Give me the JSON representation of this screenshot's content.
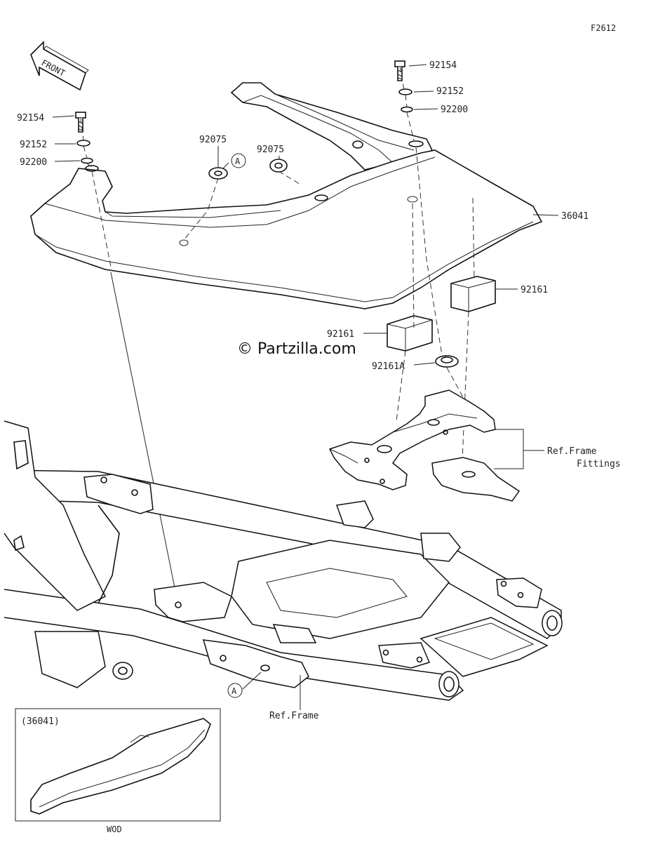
{
  "diagram_code": "F2612",
  "front_arrow_text": "FRONT",
  "watermark": "© Partzilla.com",
  "callout_ref": "A",
  "labels": {
    "bolt_right": "92154",
    "washer_right": "92152",
    "washer2_right": "92200",
    "bolt_left": "92154",
    "washer_left": "92152",
    "washer2_left": "92200",
    "grommet_left": "92075",
    "grommet_right": "92075",
    "cover": "36041",
    "pad_right": "92161",
    "pad_left": "92161",
    "grommet_a": "92161A",
    "frame_fittings_line1": "Ref.Frame",
    "frame_fittings_line2": "Fittings",
    "frame": "Ref.Frame"
  },
  "inset": {
    "title": "(36041)",
    "caption": "WOD"
  },
  "colors": {
    "ink": "#111111",
    "background": "#ffffff"
  }
}
